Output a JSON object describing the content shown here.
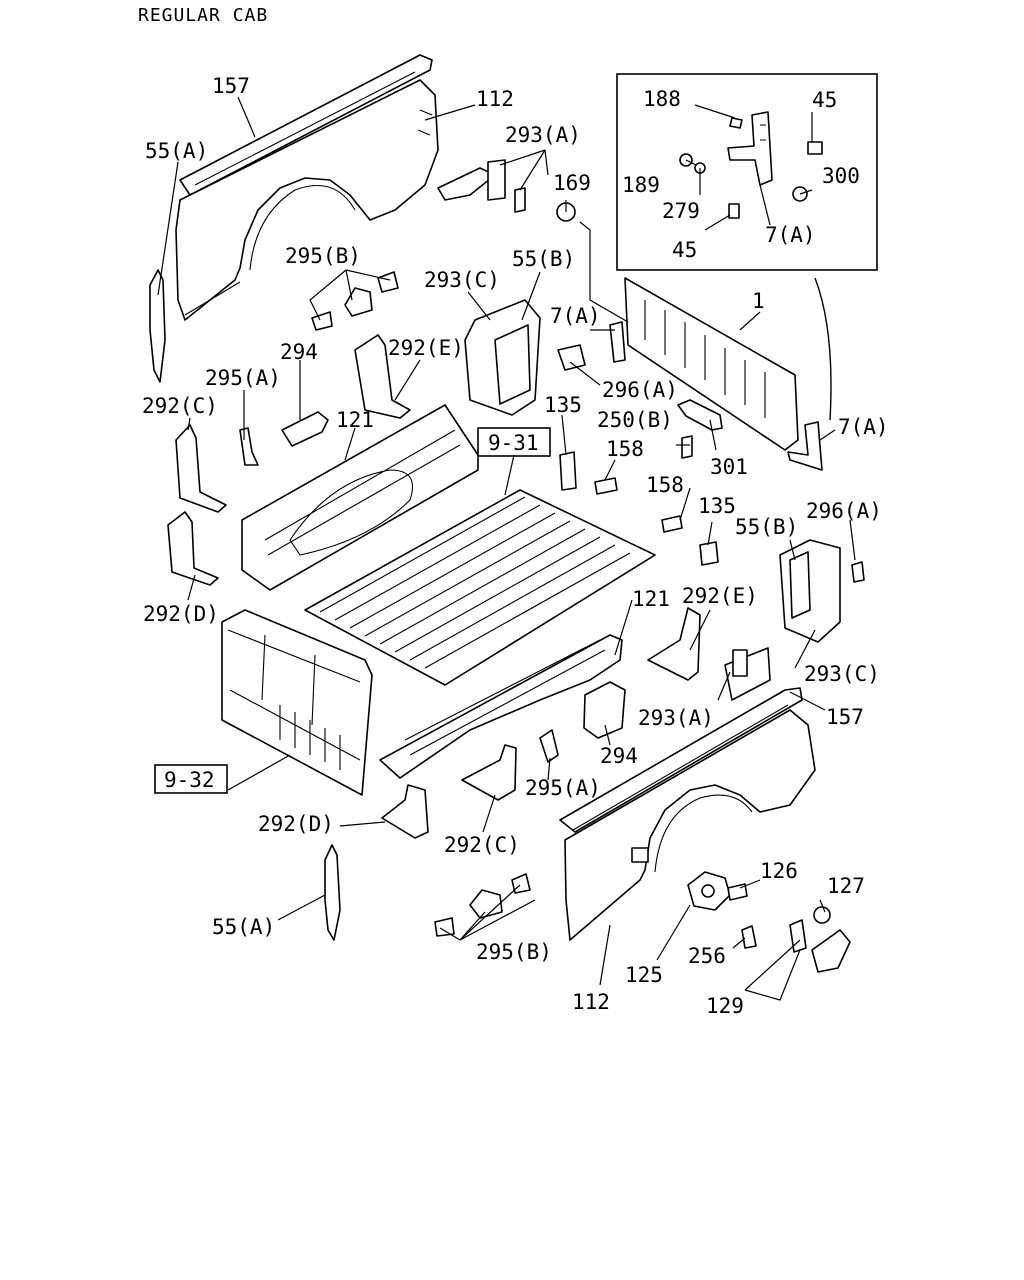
{
  "diagram": {
    "title": "REGULAR CAB",
    "reference_boxes": [
      "9-31",
      "9-32"
    ],
    "callouts": {
      "c157_top": "157",
      "c112_top": "112",
      "c293a_top": "293(A)",
      "c55a_top": "55(A)",
      "c169": "169",
      "c295b_top": "295(B)",
      "c55b_top": "55(B)",
      "c293c_top": "293(C)",
      "c7a_mid": "7(A)",
      "c1": "1",
      "c294_top": "294",
      "c292e_top": "292(E)",
      "c295a_top": "295(A)",
      "c296a_top": "296(A)",
      "c292c_top": "292(C)",
      "c121_top": "121",
      "c135_top": "135",
      "c250b": "250(B)",
      "c7a_right": "7(A)",
      "c158_top": "158",
      "c301": "301",
      "c158_mid": "158",
      "c135_mid": "135",
      "c55b_right": "55(B)",
      "c296a_right": "296(A)",
      "c292d_left": "292(D)",
      "c121_mid": "121",
      "c292e_mid": "292(E)",
      "c293c_right": "293(C)",
      "c293a_mid": "293(A)",
      "c157_right": "157",
      "c294_mid": "294",
      "c295a_mid": "295(A)",
      "c292d_mid": "292(D)",
      "c292c_mid": "292(C)",
      "c126": "126",
      "c127": "127",
      "c55a_bottom": "55(A)",
      "c295b_bottom": "295(B)",
      "c125": "125",
      "c256": "256",
      "c112_bottom": "112",
      "c129": "129"
    },
    "inset": {
      "callouts": {
        "i188": "188",
        "i45_top": "45",
        "i189": "189",
        "i300": "300",
        "i279": "279",
        "i7a": "7(A)",
        "i45_bottom": "45"
      }
    }
  }
}
